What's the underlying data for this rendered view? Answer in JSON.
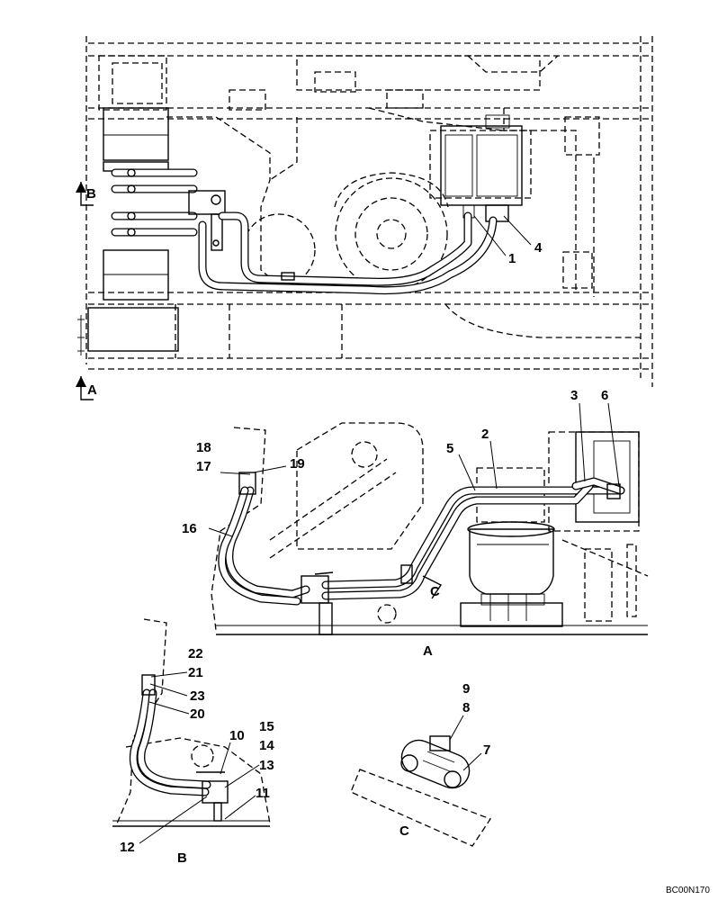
{
  "views": {
    "top_view_arrow_b": "B",
    "top_view_arrow_a": "A",
    "view_a_caption": "A",
    "view_b_caption": "B",
    "view_c_caption": "C",
    "view_c_marker": "C"
  },
  "part_labels": {
    "p1": "1",
    "p2": "2",
    "p3": "3",
    "p4": "4",
    "p5": "5",
    "p6": "6",
    "p7": "7",
    "p8": "8",
    "p9": "9",
    "p10": "10",
    "p11": "11",
    "p12": "12",
    "p13": "13",
    "p14": "14",
    "p15": "15",
    "p16": "16",
    "p17": "17",
    "p18": "18",
    "p19": "19",
    "p20": "20",
    "p21": "21",
    "p22": "22",
    "p23": "23"
  },
  "drawing_code": "BC00N170"
}
